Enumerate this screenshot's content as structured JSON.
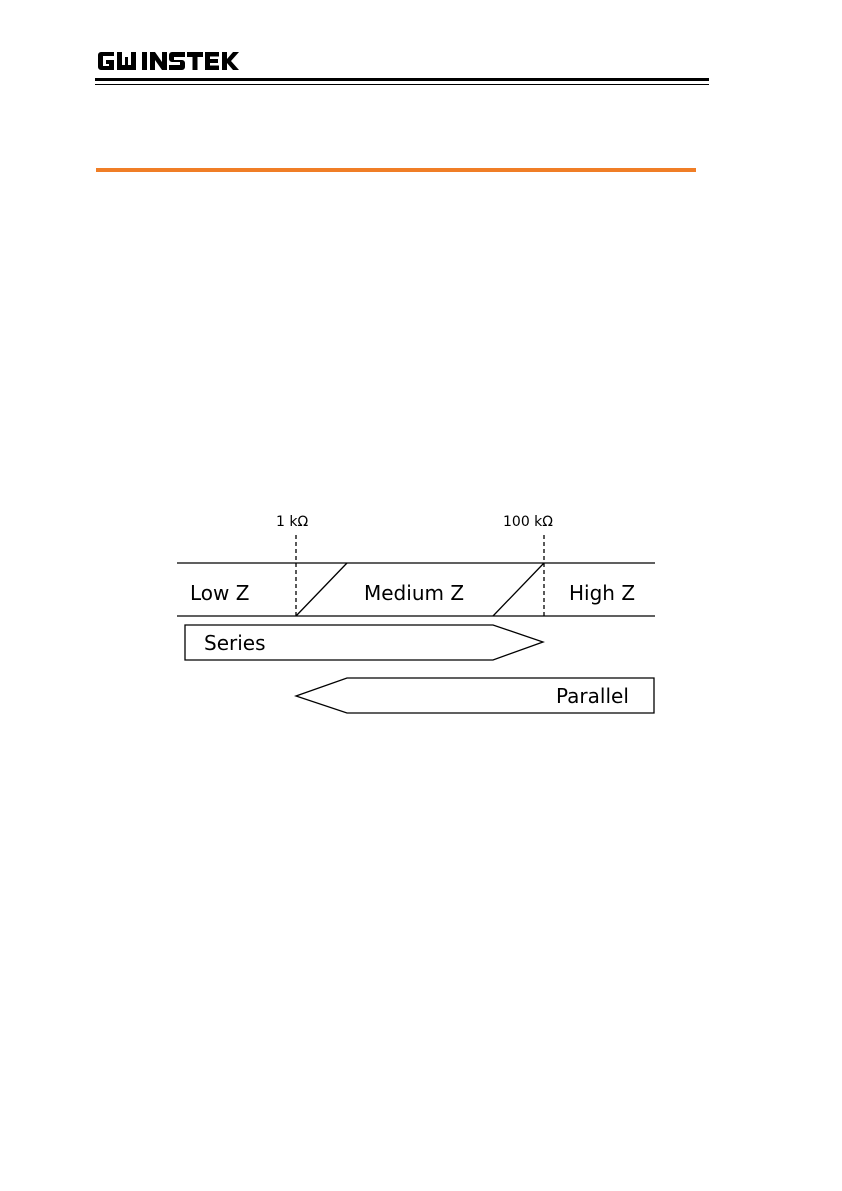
{
  "header": {
    "brand": "GWINSTEK"
  },
  "diagram": {
    "thresholds": [
      "1 kΩ",
      "100 kΩ"
    ],
    "zones": [
      "Low Z",
      "Medium Z",
      "High Z"
    ],
    "arrows": [
      "Series",
      "Parallel"
    ]
  }
}
